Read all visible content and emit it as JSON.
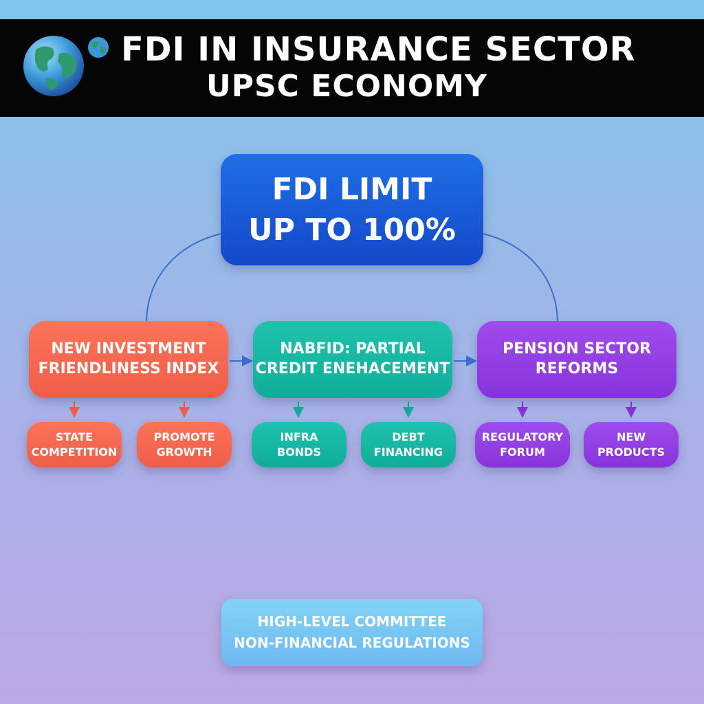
{
  "header": {
    "title_line1": "FDI IN INSURANCE SECTOR",
    "title_line2": "UPSC ECONOMY",
    "icon": "globe-icon"
  },
  "main_node": {
    "line1": "FDI LIMIT",
    "line2": "UP TO 100%"
  },
  "categories": [
    {
      "line1": "NEW INVESTMENT",
      "line2": "FRIENDLINESS INDEX",
      "color": "#f2614a",
      "children": [
        {
          "line1": "STATE",
          "line2": "COMPETITION"
        },
        {
          "line1": "PROMOTE",
          "line2": "GROWTH"
        }
      ]
    },
    {
      "line1": "NABFID: PARTIAL",
      "line2": "CREDIT ENEHACEMENT",
      "color": "#14b5a0",
      "children": [
        {
          "line1": "INFRA",
          "line2": "BONDS"
        },
        {
          "line1": "DEBT",
          "line2": "FINANCING"
        }
      ]
    },
    {
      "line1": "PENSION SECTOR",
      "line2": "REFORMS",
      "color": "#8d3ae0",
      "children": [
        {
          "line1": "REGULATORY",
          "line2": "FORUM"
        },
        {
          "line1": "NEW",
          "line2": "PRODUCTS"
        }
      ]
    }
  ],
  "footer_node": {
    "line1": "HIGH-LEVEL COMMITTEE",
    "line2": "NON-FINANCIAL REGULATIONS"
  },
  "colors": {
    "banner": "#050505",
    "main": "#1a5ad8",
    "connector": "#3b6fcf",
    "footer": "#78c4f3"
  }
}
